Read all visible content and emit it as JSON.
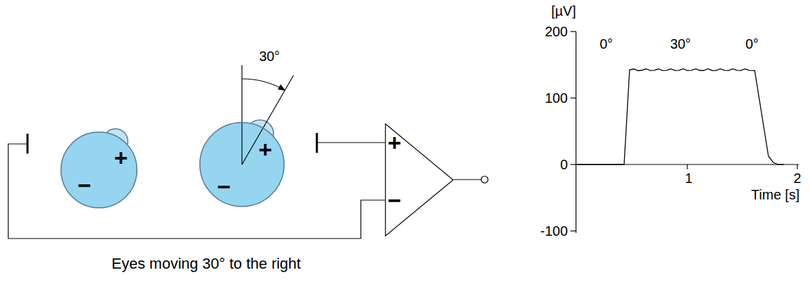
{
  "diagram": {
    "nodes": [
      {
        "text": [
          "+",
          "−"
        ]
      },
      {
        "text": [
          "+",
          "−"
        ]
      },
      {
        "text": [
          "+",
          "−"
        ]
      }
    ],
    "labels": [
      "30°",
      "Eyes moving 30° to the right",
      "[µV]",
      "200",
      "100",
      "0",
      "-100",
      "0°",
      "30°",
      "0°",
      "1",
      "2",
      "Time [s]"
    ]
  }
}
